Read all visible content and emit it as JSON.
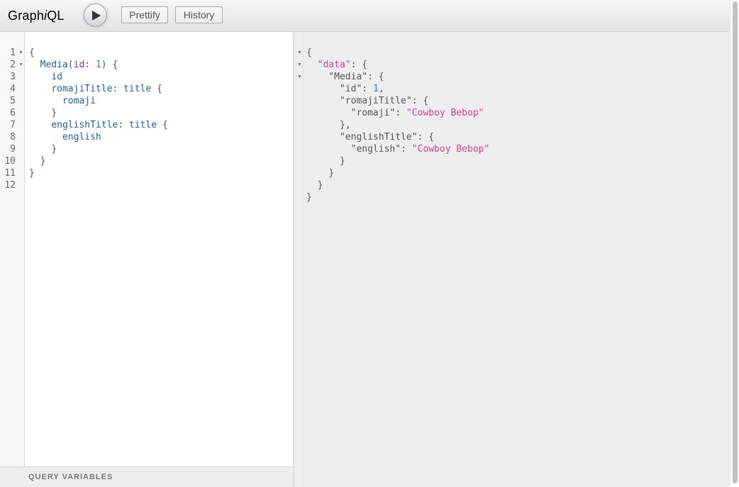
{
  "header": {
    "logo_prefix": "Graph",
    "logo_italic": "i",
    "logo_suffix": "QL",
    "execute_icon": "play-icon",
    "prettify_label": "Prettify",
    "history_label": "History"
  },
  "query_editor": {
    "line_numbers": [
      "1",
      "2",
      "3",
      "4",
      "5",
      "6",
      "7",
      "8",
      "9",
      "10",
      "11",
      "12"
    ],
    "foldable_lines": [
      1,
      2
    ],
    "lines": [
      "{",
      "  Media(id: 1) {",
      "    id",
      "    romajiTitle: title {",
      "      romaji",
      "    }",
      "    englishTitle: title {",
      "      english",
      "    }",
      "  }",
      "}",
      ""
    ]
  },
  "query_variables": {
    "label": "QUERY VARIABLES"
  },
  "result": {
    "lines": [
      "{",
      "  \"data\": {",
      "    \"Media\": {",
      "      \"id\": 1,",
      "      \"romajiTitle\": {",
      "        \"romaji\": \"Cowboy Bebop\"",
      "      },",
      "      \"englishTitle\": {",
      "        \"english\": \"Cowboy Bebop\"",
      "      }",
      "    }",
      "  }",
      "}"
    ],
    "foldable_lines": [
      1,
      2,
      3
    ]
  },
  "colors": {
    "field": "#1f61a0",
    "argument": "#8b2bb9",
    "number": "#2882f9",
    "string": "#d64292",
    "result_background": "#eeeeee"
  }
}
